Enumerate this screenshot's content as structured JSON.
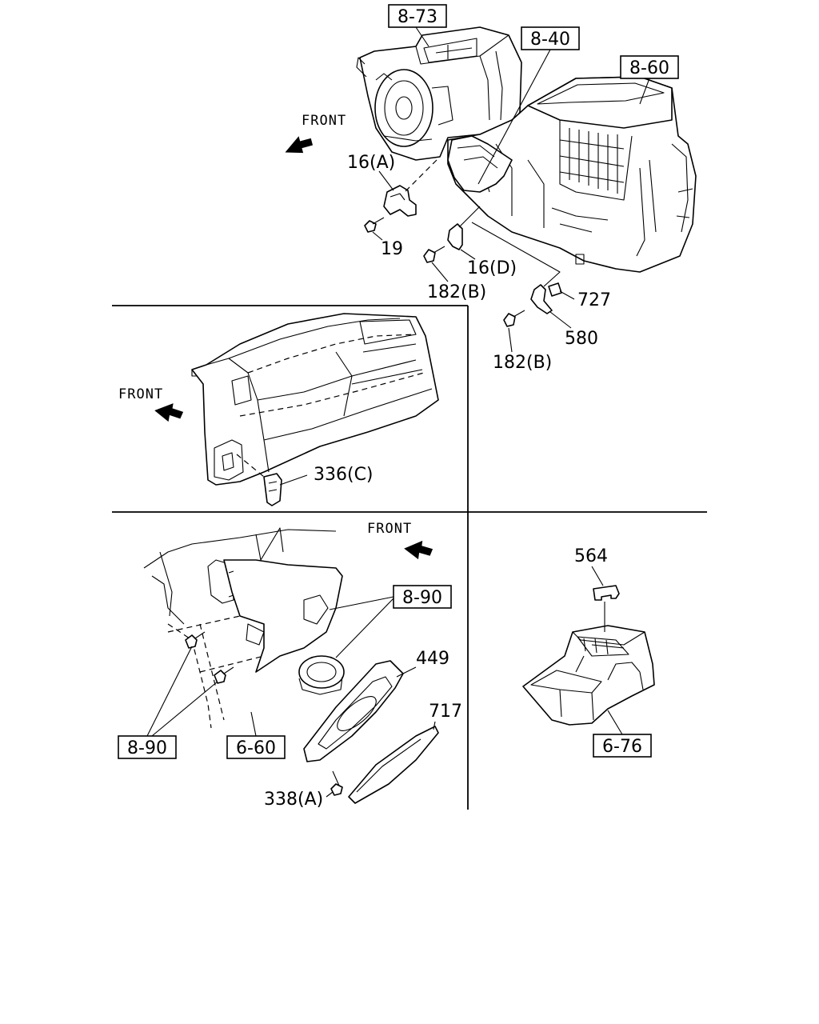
{
  "panel_top": {
    "front_label": "FRONT",
    "ref_boxes": [
      "8-73",
      "8-40",
      "8-60"
    ],
    "callouts": [
      "16(A)",
      "19",
      "16(D)",
      "182(B)",
      "727",
      "580",
      "182(B)"
    ]
  },
  "panel_middle_left": {
    "front_label": "FRONT",
    "callouts": [
      "336(C)"
    ]
  },
  "panel_bottom_left": {
    "front_label": "FRONT",
    "ref_boxes": [
      "8-90",
      "8-90",
      "6-60"
    ],
    "callouts": [
      "449",
      "717",
      "338(A)"
    ]
  },
  "panel_bottom_right": {
    "ref_boxes": [
      "6-76"
    ],
    "callouts": [
      "564"
    ]
  }
}
